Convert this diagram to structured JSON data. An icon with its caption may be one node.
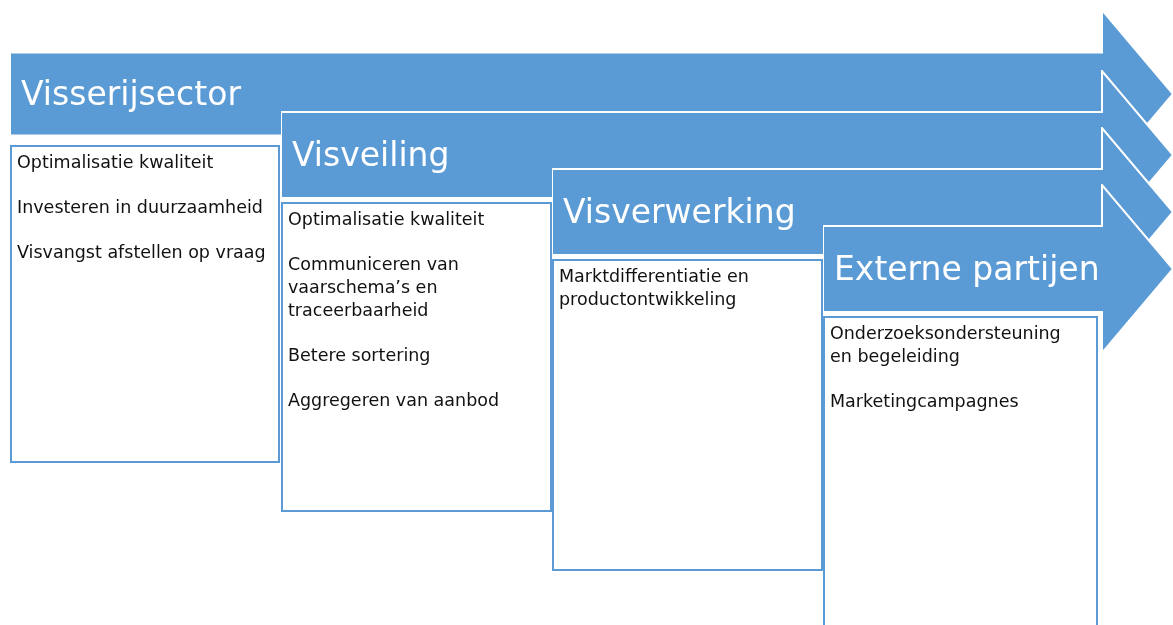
{
  "diagram": {
    "nodes": [
      {
        "text": [
          "Visserijsector"
        ]
      },
      {
        "text": [
          "Optimalisatie kwaliteit",
          "Investeren in duurzaamheid",
          "Visvangst afstellen op vraag"
        ]
      },
      {
        "text": [
          "Visveiling"
        ]
      },
      {
        "text": [
          "Optimalisatie kwaliteit",
          "Communiceren van vaarschema’s en traceerbaarheid",
          "Betere sortering",
          "Aggregeren van aanbod"
        ]
      },
      {
        "text": [
          "Visverwerking"
        ]
      },
      {
        "text": [
          "Marktdifferentiatie en productontwikkeling"
        ]
      },
      {
        "text": [
          "Externe partijen"
        ]
      },
      {
        "text": [
          "Onderzoeksondersteuning en begeleiding",
          "Marketingcampagnes"
        ]
      }
    ],
    "edges": []
  }
}
